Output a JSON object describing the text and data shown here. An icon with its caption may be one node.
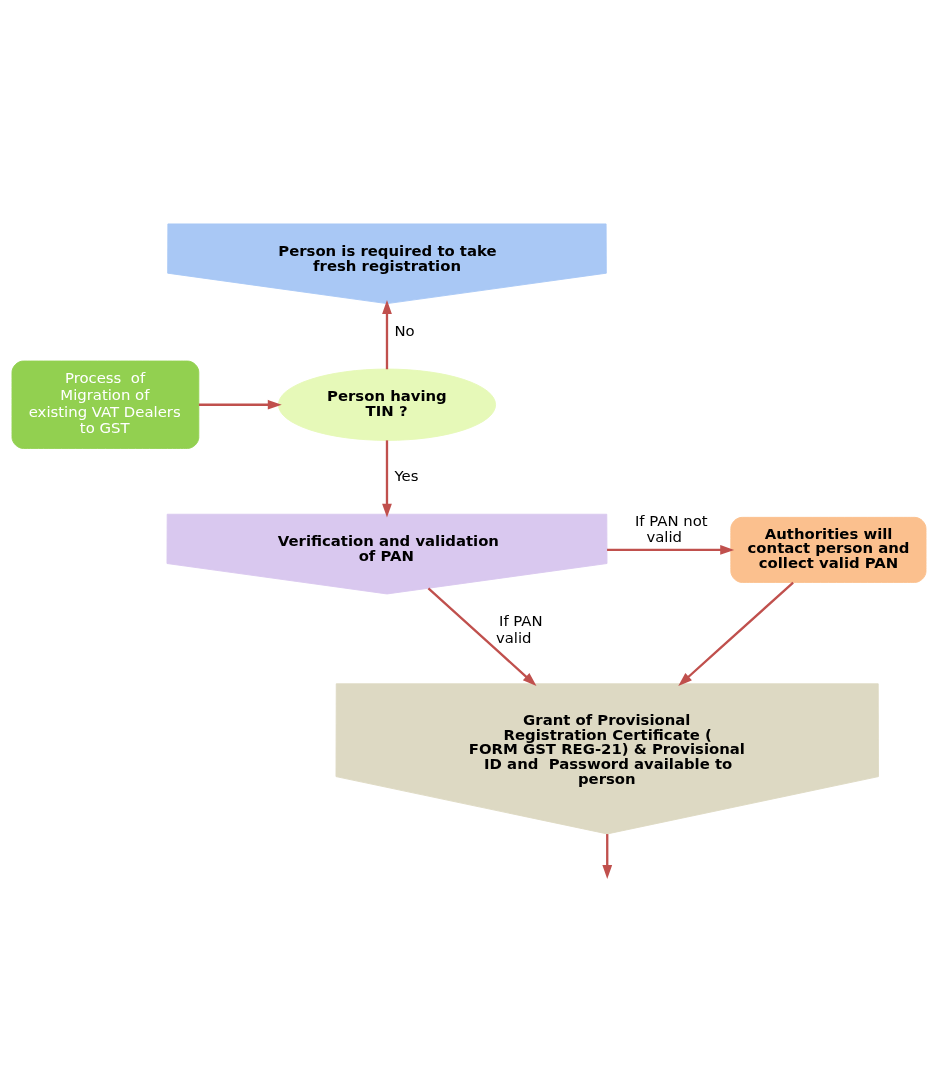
{
  "diagram": {
    "nodes": [
      {
        "text": [
          "Person is required to take fresh registration"
        ]
      },
      {
        "text": [
          "Process  of Migration of existing VAT Dealers to GST"
        ]
      },
      {
        "text": [
          "Person having TIN ?"
        ]
      },
      {
        "text": [
          "Verification and validation of PAN"
        ]
      },
      {
        "text": [
          "Authorities will contact person and collect valid PAN"
        ]
      },
      {
        "text": [
          "Grant of Provisional Registration Certificate ( FORM GST REG-21) & Provisional ID and  Password available to person"
        ]
      }
    ],
    "edges": [
      {
        "from": 1,
        "to": 2,
        "arrow": "to"
      },
      {
        "from": 2,
        "to": 0,
        "arrow": "to",
        "label": "No"
      },
      {
        "from": 2,
        "to": 3,
        "arrow": "to",
        "label": "Yes"
      },
      {
        "from": 3,
        "to": 4,
        "arrow": "to",
        "label": "If PAN not valid"
      },
      {
        "from": 3,
        "to": 5,
        "arrow": "to",
        "label": "If PAN valid"
      },
      {
        "from": 4,
        "to": 5,
        "arrow": "to"
      },
      {
        "from": 5,
        "to": null,
        "arrow": "to"
      }
    ]
  }
}
